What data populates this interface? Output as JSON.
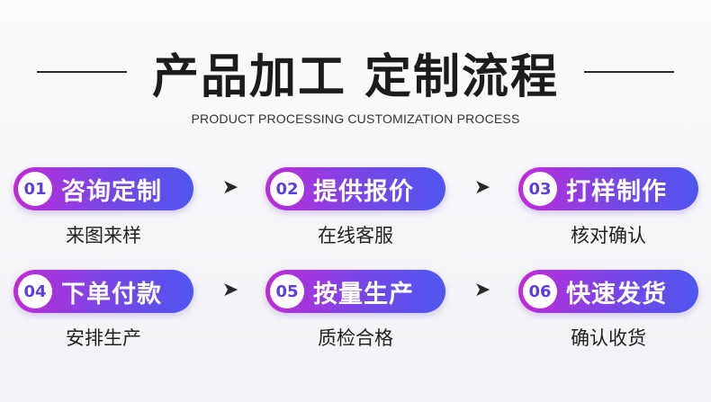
{
  "header": {
    "title": "产品加工 定制流程",
    "subtitle": "PRODUCT PROCESSING CUSTOMIZATION PROCESS"
  },
  "arrow_glyph": "➤",
  "steps": [
    {
      "num": "01",
      "label": "咨询定制",
      "sub": "来图来样"
    },
    {
      "num": "02",
      "label": "提供报价",
      "sub": "在线客服"
    },
    {
      "num": "03",
      "label": "打样制作",
      "sub": "核对确认"
    },
    {
      "num": "04",
      "label": "下单付款",
      "sub": "安排生产"
    },
    {
      "num": "05",
      "label": "按量生产",
      "sub": "质检合格"
    },
    {
      "num": "06",
      "label": "快速发货",
      "sub": "确认收货"
    }
  ],
  "colors": {
    "pill_gradient_start": "#c02bd8",
    "pill_gradient_mid": "#7b45e6",
    "pill_gradient_end": "#4f56ef",
    "number_color": "#5b3fe0"
  }
}
